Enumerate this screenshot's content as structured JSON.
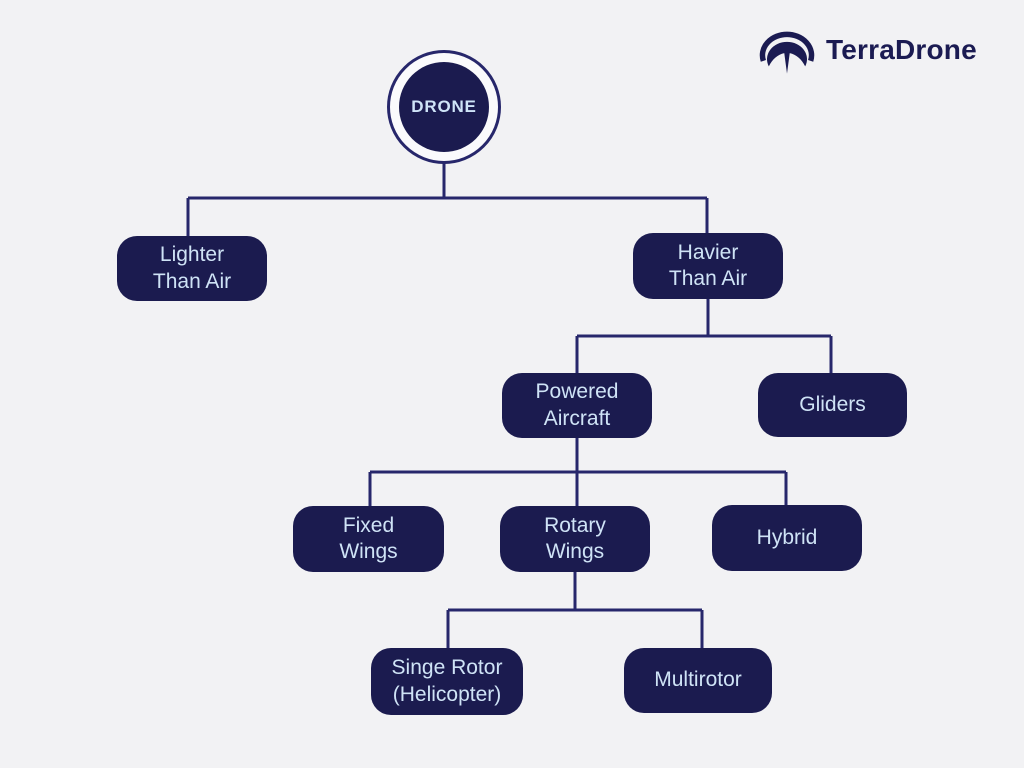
{
  "page": {
    "background": "#f2f2f4",
    "colors": {
      "node_fill": "#1b1b4f",
      "node_text": "#cfe3f6",
      "connector_line": "#27276b",
      "logo_navy": "#1b1b52",
      "root_ring_fill": "#fafafc"
    }
  },
  "logo": {
    "brand": "TerraDrone",
    "icon": "terradrone-mark-icon"
  },
  "tree": {
    "root": {
      "id": "drone",
      "label": "DRONE"
    },
    "nodes": [
      {
        "id": "lighter-than-air",
        "label": "Lighter\nThan Air",
        "parent": "drone"
      },
      {
        "id": "havier-than-air",
        "label": "Havier\nThan Air",
        "parent": "drone"
      },
      {
        "id": "powered-aircraft",
        "label": "Powered\nAircraft",
        "parent": "havier-than-air"
      },
      {
        "id": "gliders",
        "label": "Gliders",
        "parent": "havier-than-air"
      },
      {
        "id": "fixed-wings",
        "label": "Fixed\nWings",
        "parent": "powered-aircraft"
      },
      {
        "id": "rotary-wings",
        "label": "Rotary\nWings",
        "parent": "powered-aircraft"
      },
      {
        "id": "hybrid",
        "label": "Hybrid",
        "parent": "powered-aircraft"
      },
      {
        "id": "singe-rotor",
        "label": "Singe Rotor\n(Helicopter)",
        "parent": "rotary-wings"
      },
      {
        "id": "multirotor",
        "label": "Multirotor",
        "parent": "rotary-wings"
      }
    ]
  }
}
